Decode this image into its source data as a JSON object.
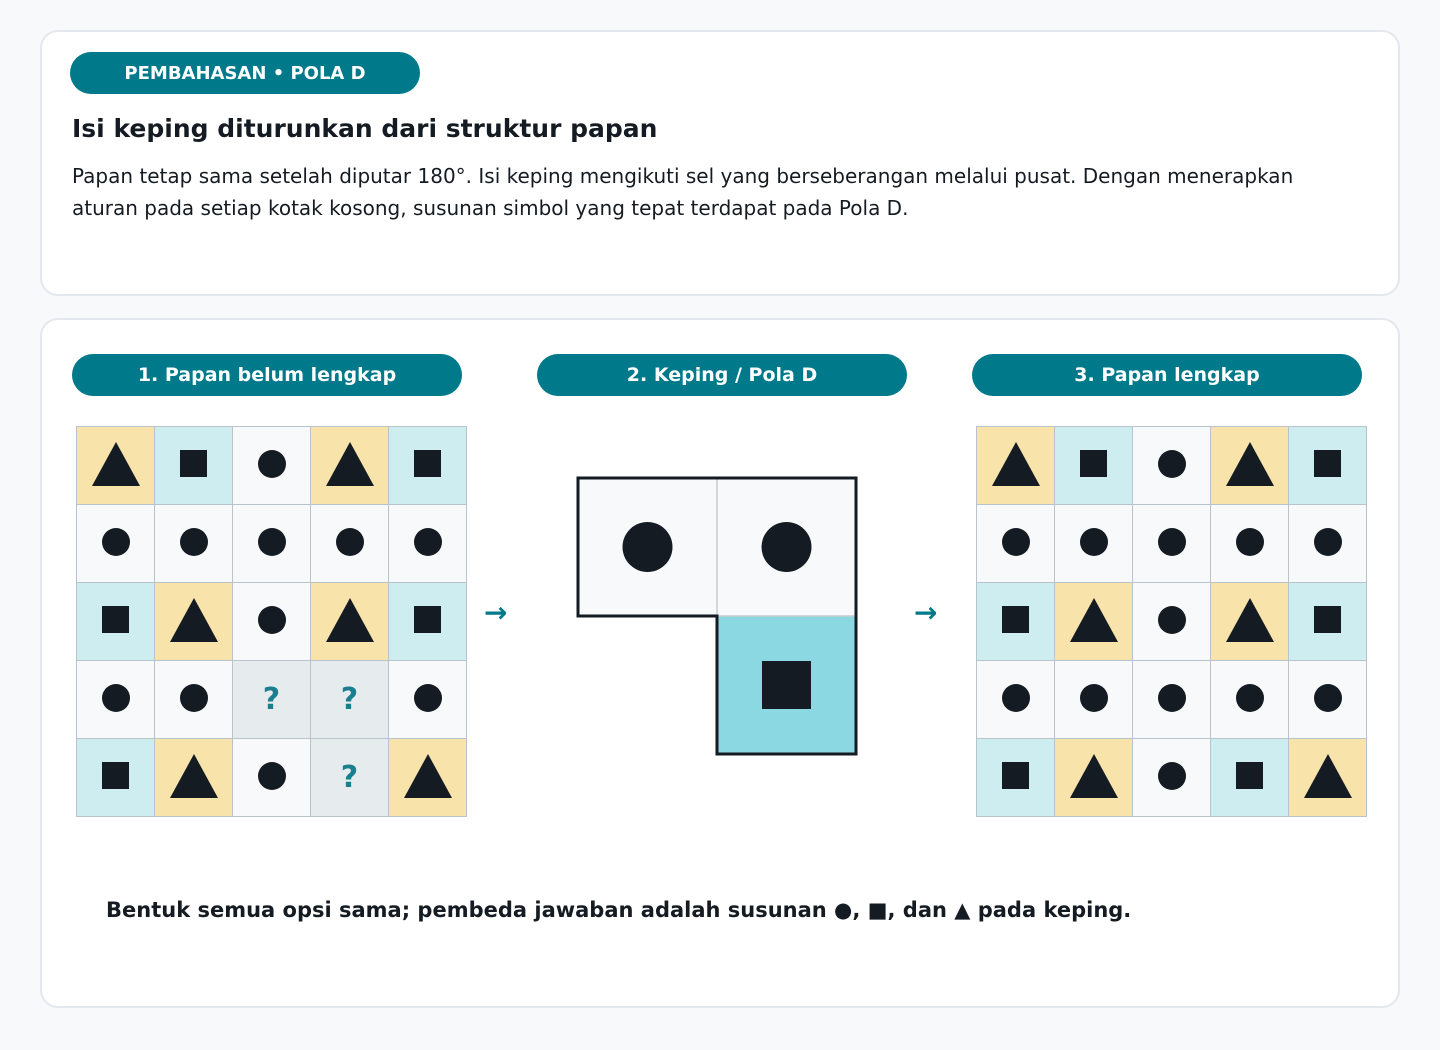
{
  "header": {
    "badge": "PEMBAHASAN • POLA D",
    "title": "Isi keping diturunkan dari struktur papan",
    "description": "Papan tetap sama setelah diputar 180°. Isi keping mengikuti sel yang berseberangan melalui pusat. Dengan menerapkan aturan pada setiap kotak kosong, susunan simbol yang tepat terdapat pada Pola D."
  },
  "panels": {
    "incomplete_label": "1. Papan belum lengkap",
    "piece_label": "2. Keping / Pola D",
    "complete_label": "3. Papan lengkap"
  },
  "boards": {
    "incomplete": [
      [
        {
          "fill": "yellow",
          "sym": "triangle"
        },
        {
          "fill": "blue",
          "sym": "square"
        },
        {
          "fill": "white",
          "sym": "dot"
        },
        {
          "fill": "yellow",
          "sym": "triangle"
        },
        {
          "fill": "blue",
          "sym": "square"
        }
      ],
      [
        {
          "fill": "white",
          "sym": "dot"
        },
        {
          "fill": "white",
          "sym": "dot"
        },
        {
          "fill": "white",
          "sym": "dot"
        },
        {
          "fill": "white",
          "sym": "dot"
        },
        {
          "fill": "white",
          "sym": "dot"
        }
      ],
      [
        {
          "fill": "blue",
          "sym": "square"
        },
        {
          "fill": "yellow",
          "sym": "triangle"
        },
        {
          "fill": "white",
          "sym": "dot"
        },
        {
          "fill": "yellow",
          "sym": "triangle"
        },
        {
          "fill": "blue",
          "sym": "square"
        }
      ],
      [
        {
          "fill": "white",
          "sym": "dot"
        },
        {
          "fill": "white",
          "sym": "dot"
        },
        {
          "fill": "gray",
          "sym": "question",
          "text": "?"
        },
        {
          "fill": "gray",
          "sym": "question",
          "text": "?"
        },
        {
          "fill": "white",
          "sym": "dot"
        }
      ],
      [
        {
          "fill": "blue",
          "sym": "square"
        },
        {
          "fill": "yellow",
          "sym": "triangle"
        },
        {
          "fill": "white",
          "sym": "dot"
        },
        {
          "fill": "gray",
          "sym": "question",
          "text": "?"
        },
        {
          "fill": "yellow",
          "sym": "triangle"
        }
      ]
    ],
    "complete": [
      [
        {
          "fill": "yellow",
          "sym": "triangle"
        },
        {
          "fill": "blue",
          "sym": "square"
        },
        {
          "fill": "white",
          "sym": "dot"
        },
        {
          "fill": "yellow",
          "sym": "triangle"
        },
        {
          "fill": "blue",
          "sym": "square"
        }
      ],
      [
        {
          "fill": "white",
          "sym": "dot"
        },
        {
          "fill": "white",
          "sym": "dot"
        },
        {
          "fill": "white",
          "sym": "dot"
        },
        {
          "fill": "white",
          "sym": "dot"
        },
        {
          "fill": "white",
          "sym": "dot"
        }
      ],
      [
        {
          "fill": "blue",
          "sym": "square"
        },
        {
          "fill": "yellow",
          "sym": "triangle"
        },
        {
          "fill": "white",
          "sym": "dot"
        },
        {
          "fill": "yellow",
          "sym": "triangle"
        },
        {
          "fill": "blue",
          "sym": "square"
        }
      ],
      [
        {
          "fill": "white",
          "sym": "dot"
        },
        {
          "fill": "white",
          "sym": "dot"
        },
        {
          "fill": "white",
          "sym": "dot"
        },
        {
          "fill": "white",
          "sym": "dot"
        },
        {
          "fill": "white",
          "sym": "dot"
        }
      ],
      [
        {
          "fill": "blue",
          "sym": "square"
        },
        {
          "fill": "yellow",
          "sym": "triangle"
        },
        {
          "fill": "white",
          "sym": "dot"
        },
        {
          "fill": "blue",
          "sym": "square"
        },
        {
          "fill": "yellow",
          "sym": "triangle"
        }
      ]
    ]
  },
  "piece": {
    "cells": [
      {
        "name": "top-left",
        "fill": "white",
        "sym": "dot"
      },
      {
        "name": "top-right",
        "fill": "white",
        "sym": "dot"
      },
      {
        "name": "bottom-right",
        "fill": "teal",
        "sym": "square"
      }
    ]
  },
  "arrows": [
    "→",
    "→"
  ],
  "note": "Bentuk semua opsi sama; pembeda jawaban adalah susunan ●, ■, dan ▲ pada keping.",
  "colors": {
    "accent": "#007a8a",
    "cell_white": "#f8f9fa",
    "cell_blue": "#cdedf1",
    "cell_yellow": "#f8e3aa",
    "cell_gray": "#e6ebee",
    "piece_teal": "#8cd8e2",
    "ink": "#151b22",
    "question": "#1b7f8f"
  }
}
